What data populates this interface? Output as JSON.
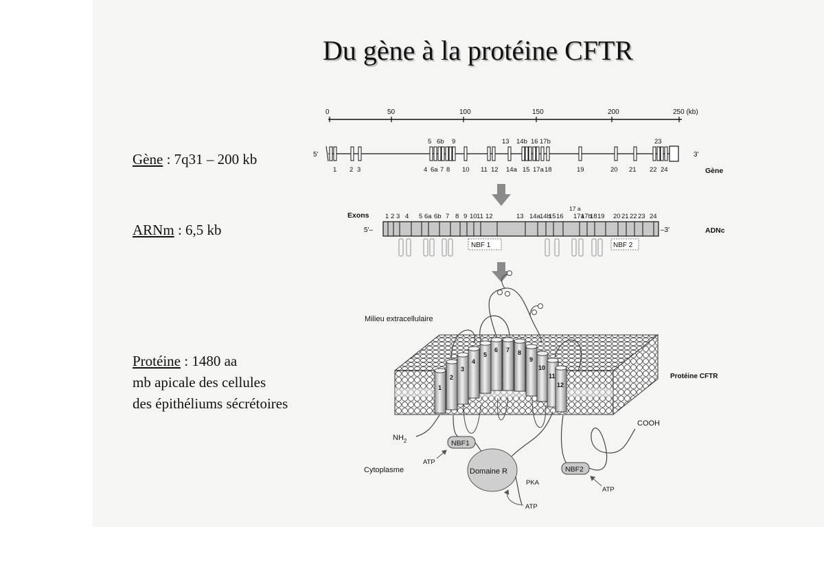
{
  "title": "Du gène à la protéine CFTR",
  "left_labels": {
    "gene": {
      "key": "Gène",
      "value": " : 7q31 – 200 kb"
    },
    "mrna": {
      "key": "ARNm",
      "value": " : 6,5 kb"
    },
    "protein": {
      "key": "Protéine",
      "value": " : 1480 aa",
      "line2": "mb apicale des cellules",
      "line3": "des épithéliums sécrétoires"
    }
  },
  "scale": {
    "ticks": [
      "0",
      "50",
      "100",
      "150",
      "200",
      "250 (kb)"
    ]
  },
  "gene_map": {
    "five_prime": "5'",
    "three_prime": "3'",
    "label": "Gène",
    "top_exons": [
      "5",
      "6b",
      "9",
      "13",
      "14b",
      "16",
      "17b",
      "23"
    ],
    "bottom_exons": [
      "1",
      "2",
      "3",
      "4",
      "6a",
      "7",
      "8",
      "10",
      "11",
      "12",
      "14a",
      "15",
      "17a",
      "18",
      "19",
      "20",
      "21",
      "22",
      "24"
    ]
  },
  "cdna_map": {
    "exons_label": "Exons",
    "exon_numbers": [
      "1",
      "2",
      "3",
      "4",
      "5",
      "6a",
      "6b",
      "7",
      "8",
      "9",
      "10",
      "11",
      "12",
      "13",
      "14a",
      "14b",
      "15",
      "16",
      "17a",
      "17b",
      "18",
      "19",
      "20",
      "21",
      "22",
      "23",
      "24"
    ],
    "exon_17a_top": "17 a",
    "five_prime": "5'–",
    "three_prime": "–3'",
    "label": "ADNc",
    "nbf1": "NBF 1",
    "nbf2": "NBF 2"
  },
  "protein_diagram": {
    "extracellular": "Milieu extracellulaire",
    "cytoplasm": "Cytoplasme",
    "label": "Protéine CFTR",
    "helices": [
      "1",
      "2",
      "3",
      "4",
      "5",
      "6",
      "7",
      "8",
      "9",
      "10",
      "11",
      "12"
    ],
    "nh2": "NH",
    "nh2_sub": "2",
    "cooh": "COOH",
    "nbf1": "NBF1",
    "nbf2": "NBF2",
    "domain_r": "Domaine R",
    "pka": "PKA",
    "atp": "ATP"
  },
  "colors": {
    "background": "#f5f5f3",
    "ink": "#111111",
    "membrane": "#cfcfcf",
    "shading": "#9a9a9a"
  }
}
